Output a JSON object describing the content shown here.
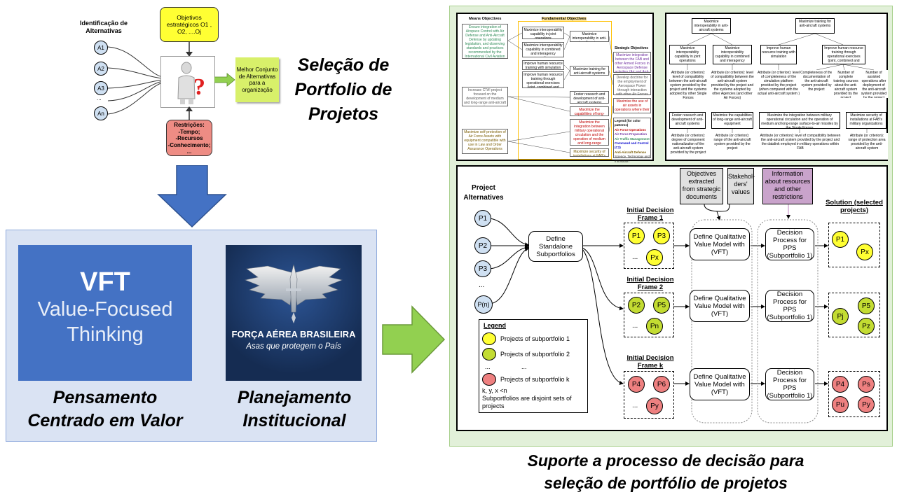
{
  "left_top": {
    "identification_label": "Identificação de Alternativas",
    "alternatives": [
      "A1",
      "A2",
      "A3",
      "...",
      "An"
    ],
    "objectives_box": "Objetivos estratégicos O1 , O2, ....Oj",
    "restrictions_box": [
      "Restrições:",
      "-Tempo;",
      "-Recursos",
      "-Conhecimento;",
      "..."
    ],
    "best_set_note": "Melhor Conjunto de Alternativas para a organização",
    "heading": [
      "Seleção de",
      "Portfolio de",
      "Projetos"
    ]
  },
  "vft_panel": {
    "vft_title": "VFT",
    "vft_subtitle": [
      "Value-Focused",
      "Thinking"
    ],
    "fab_name": "FORÇA AÉREA BRASILEIRA",
    "fab_slogan": "Asas que protegem o País",
    "caption_left": [
      "Pensamento",
      "Centrado em Valor"
    ],
    "caption_right": [
      "Planejamento",
      "Institucional"
    ]
  },
  "right_caption": [
    "Suporte a processo de decisão para",
    "seleção de portfólio de projetos"
  ],
  "objectives_panel": {
    "means_title": "Means Objectives",
    "fundamental_title": "Fundamental Objectives",
    "strategic_title": "Strategic Objectives",
    "legend_title": "Legend (for color patterns)",
    "legend_items": [
      "Air Force Operations",
      "Air Force Preparation",
      "Air Traffic Management",
      "Command and Control (C2)",
      "Anti-Aircraft Defense",
      "Science, Technology and Innovation"
    ],
    "means_boxes": [
      "Ensure integration of Airspace Control with Air Defense and Anti-Aircraft Defense by updating legislation, and observing standards and practices recommended by the International Civil Aviation Organization (ICAO)",
      "Increase CTA! project focused on the development of medium and long-range anti-aircraft systems",
      "Maximize self-protection of Air Force Assets with equipment compatible with use in Law and Order Assurance Operations"
    ],
    "fundamental_boxes": [
      "Maximize interoperability capability in joint operations",
      "Maximize interoperability capability in combined and interagency operations",
      "Improve human resource training with simulation",
      "Improve human resource training through operational exercises (joint, combined and interagency)",
      "Foster research and development of anti-aircraft systems",
      "Maximize the capabilities of long-range anti-aircraft equipment",
      "Maximize the integration between military operational circulation and the operation of medium and long-range surface-to-air missiles by the Single Forces",
      "Maximize security of installations at FAB's military organizations"
    ],
    "right_boxes": [
      "Maximize interoperability in anti-aircraft systems",
      "Maximize training for anti-aircraft systems"
    ],
    "strategic_boxes": [
      "Maximize integration between the FAB and other Armed Forces in Aerospace Defense activities (Air and Anti-Aircraft)",
      "Develop doctrine for the employment of Aerospace Power through interaction with other Air Forces",
      "Maximize the use of air assets in operations where their presence is dispensable"
    ]
  },
  "attributes_panel": {
    "top_boxes": [
      "Maximize interoperability in anti-aircraft systems",
      "Maximize training for anti-aircraft systems"
    ],
    "mid_boxes": [
      "Maximize interoperability capability in joint operations",
      "Maximize interoperability capability in combined and interagency operations",
      "Improve human resource training with simulation",
      "Improve human resource training through operational exercises (joint, combined and interagency)"
    ],
    "attr_texts": [
      "Attribute (or criterion): level of compatibility between the anti-aircraft system provided by the project and the systems adopted by other Single Forces",
      "Attribute (or criterion): level of compatibility between the anti-aircraft system provided by the project and the systems adopted by other Agencies (and other Air Forces)",
      "Attribute (or criterion): level of completeness of the simulation platform provided by the project (when compared with the actual anti-aircraft system )",
      "Completeness of the documentation of the anti-aircraft system provided by the project",
      "Number of complete training courses about the anti-aircraft system provided by the project",
      "Number of assisted operations after deployment of the anti-aircraft system provided by the project"
    ],
    "bottom_boxes": [
      "Foster research and development of anti-aircraft systems",
      "Maximize the capabilities of long-range anti-aircraft equipment",
      "Maximize the integration between military operational circulation and the operation of medium and long-range surface-to-air missiles by the Single Forces",
      "Maximize security of installations at FAB's military organizations"
    ],
    "bottom_attr": [
      "Attribute (or criterion): degree of component nationalization of the anti-aircraft system provided by the project",
      "Attribute (or criterion): range of the anti-aircraft system provided by the project",
      "Attribute (or criterion): level of compatibility between the anti-aircraft system provided by the project and the datalink employed in military operations within FAB",
      "Attribute (or criterion): range of protection area provided by the anti-aircraft system"
    ]
  },
  "process": {
    "project_alternatives_label": [
      "Project",
      "Alternatives"
    ],
    "alternatives": [
      "P1",
      "P2",
      "P3",
      "...",
      "P(n)"
    ],
    "define_standalone": [
      "Define",
      "Standalone",
      "Subportfolios"
    ],
    "objectives_extracted": [
      "Objectives",
      "extracted",
      "from strategic",
      "documents"
    ],
    "stakeholders": [
      "Stakehol-",
      "ders'",
      "values"
    ],
    "information": [
      "Information",
      "about resources",
      "and other",
      "restrictions"
    ],
    "frame_labels": [
      [
        "Initial Decision",
        "Frame 1"
      ],
      [
        "Initial Decision",
        "Frame 2"
      ],
      [
        "Initial Decision",
        "Frame k"
      ]
    ],
    "solution_label": [
      "Solution (selected",
      "projects)"
    ],
    "frame1": [
      "P1",
      "P3",
      "...",
      "Px"
    ],
    "frame2": [
      "P2",
      "P5",
      "...",
      "Pn"
    ],
    "framek": [
      "P4",
      "P6",
      "...",
      "Py"
    ],
    "qual_model": [
      "Define Qualitative",
      "Value Model  with",
      "(VFT)"
    ],
    "decision_1": [
      "Decision",
      "Process for PPS",
      "(Subportfolio 1)"
    ],
    "solution1": [
      "P1",
      "Px"
    ],
    "solution2": [
      "Pj",
      "P5",
      "Pz"
    ],
    "solutionk": [
      "P4",
      "Ps",
      "Pu",
      "Py"
    ],
    "legend_title": "Legend",
    "legend_items": [
      "Projects of subportfolio 1",
      "Projects of subportfolio 2",
      "...",
      "...",
      "Projects of subportfolio k"
    ],
    "legend_note": [
      "k, y, x <n",
      "Subportfolios are disjoint sets of",
      "projects"
    ]
  },
  "colors": {
    "arrow_blue": "#4472c4",
    "arrow_green": "#92d050",
    "yellow": "#ffff33",
    "green": "#c3dc32",
    "red": "#ee8080",
    "vft_blue": "#4472c4",
    "light_panel": "#dae3f3",
    "green_panel": "#e2f0d9"
  }
}
